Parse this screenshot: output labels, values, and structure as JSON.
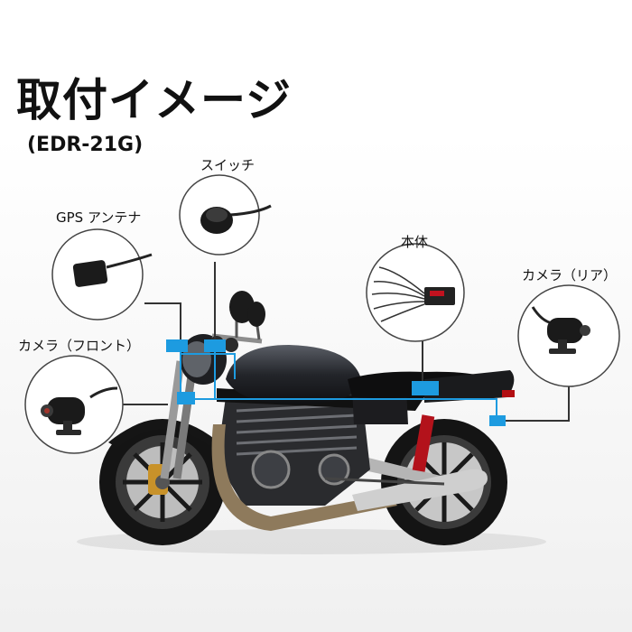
{
  "title": "取付イメージ",
  "subtitle": "(EDR-21G)",
  "callouts": {
    "switch": "スイッチ",
    "gps_antenna": "GPS アンテナ",
    "body": "本体",
    "camera_rear": "カメラ（リア）",
    "camera_front": "カメラ（フロント）"
  },
  "colors": {
    "marker": "#1d9be0",
    "leader": "#333333",
    "bike": "#1b1c1f",
    "panel_bg": "#f2f2f2"
  },
  "icons": {
    "switch": "round-push-button-icon",
    "gps": "gps-antenna-puck-icon",
    "body": "recorder-unit-with-cables-icon",
    "rear": "bullet-camera-icon",
    "front": "bullet-camera-icon"
  }
}
